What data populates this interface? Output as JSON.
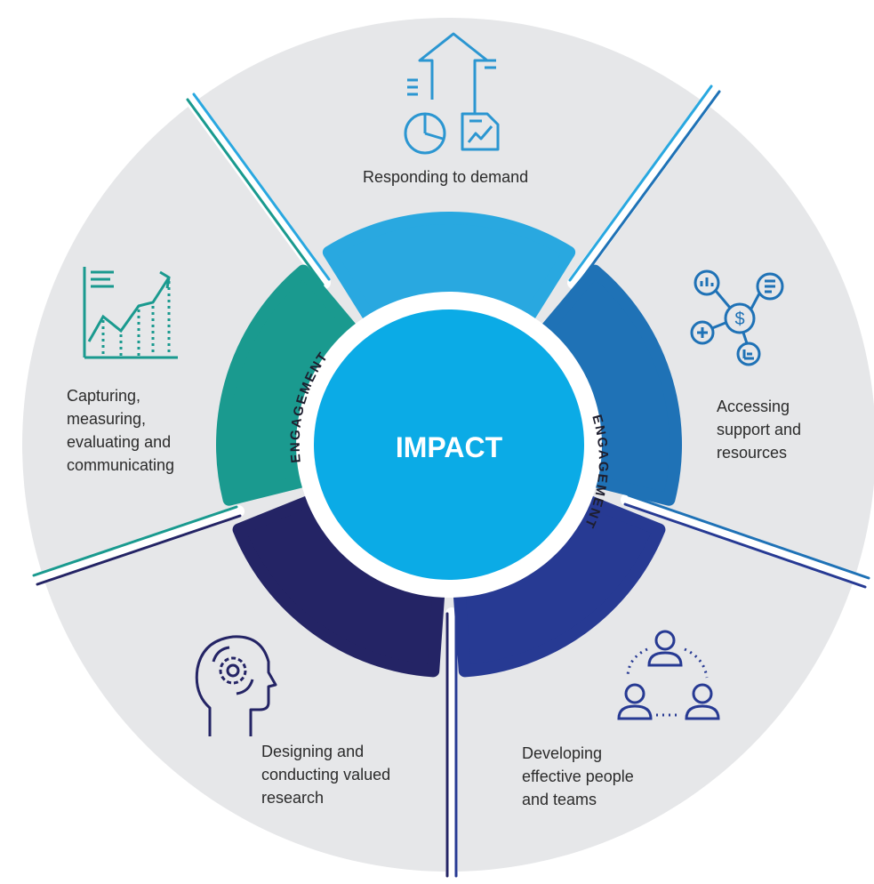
{
  "center": {
    "label": "IMPACT"
  },
  "ring": {
    "left_label": "ENGAGEMENT",
    "right_label": "ENGAGEMENT"
  },
  "segments": [
    {
      "id": "responding",
      "label": "Responding to demand",
      "icon": "growth-report-icon"
    },
    {
      "id": "accessing",
      "label": "Accessing\nsupport and\nresources",
      "icon": "funding-network-icon"
    },
    {
      "id": "developing",
      "label": "Developing\neffective people\nand teams",
      "icon": "team-connection-icon"
    },
    {
      "id": "designing",
      "label": "Designing and\nconducting valued\nresearch",
      "icon": "head-gear-icon"
    },
    {
      "id": "capturing",
      "label": "Capturing,\nmeasuring,\nevaluating and\ncommunicating",
      "icon": "line-chart-icon"
    }
  ],
  "colors": {
    "background_disc": "#e6e7e9",
    "center": "#0babe6",
    "arc_top": "#29a8e0",
    "arc_right": "#1f72b6",
    "arc_bottom_right": "#273a93",
    "arc_bottom_left": "#242465",
    "arc_left": "#1a9a8f",
    "icon_blue": "#2b96d1",
    "icon_navy": "#242465",
    "icon_teal": "#1a9a8f"
  }
}
